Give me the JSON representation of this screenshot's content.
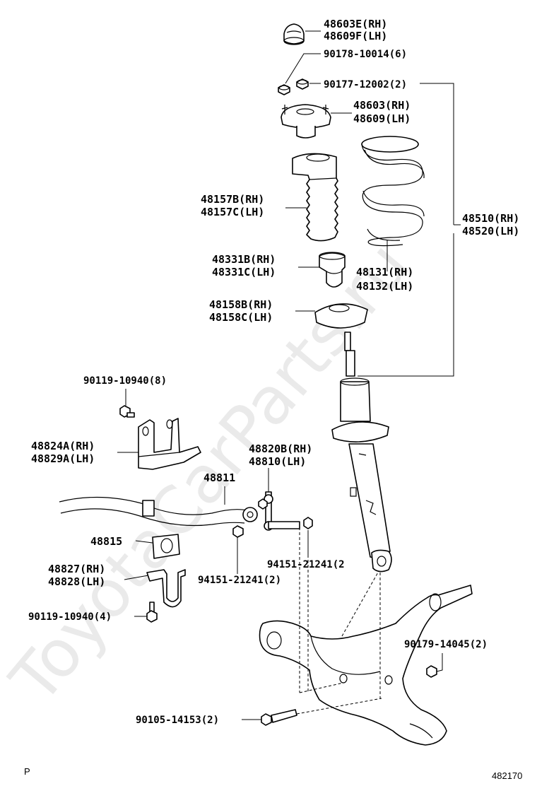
{
  "watermark": "ToyotaCarParts.ru",
  "corner_left": "P",
  "corner_right": "482170",
  "labels": {
    "insulator_cap_rh": "48603E(RH)",
    "insulator_cap_lh": "48609F(LH)",
    "nut_upper": "90178-10014(6)",
    "nut_support": "90177-12002(2)",
    "support_rh": "48603(RH)",
    "support_lh": "48609(LH)",
    "boot_rh": "48157B(RH)",
    "boot_lh": "48157C(LH)",
    "assy_rh": "48510(RH)",
    "assy_lh": "48520(LH)",
    "bumper_rh": "48331B(RH)",
    "bumper_lh": "48331C(LH)",
    "spring_rh": "48131(RH)",
    "spring_lh": "48132(LH)",
    "seat_rh": "48158B(RH)",
    "seat_lh": "48158C(LH)",
    "bolt_bracket": "90119-10940(8)",
    "bracket_rh": "48824A(RH)",
    "bracket_lh": "48829A(LH)",
    "link_rh": "48820B(RH)",
    "link_lh": "48810(LH)",
    "stabilizer_bar": "48811",
    "bushing": "48815",
    "nut_link_right": "94151-21241(2",
    "nut_link_left": "94151-21241(2)",
    "clamp_rh": "48827(RH)",
    "clamp_lh": "48828(LH)",
    "bolt_clamp": "90119-10940(4)",
    "nut_arm": "90179-14045(2)",
    "bolt_arm": "90105-14153(2)"
  }
}
